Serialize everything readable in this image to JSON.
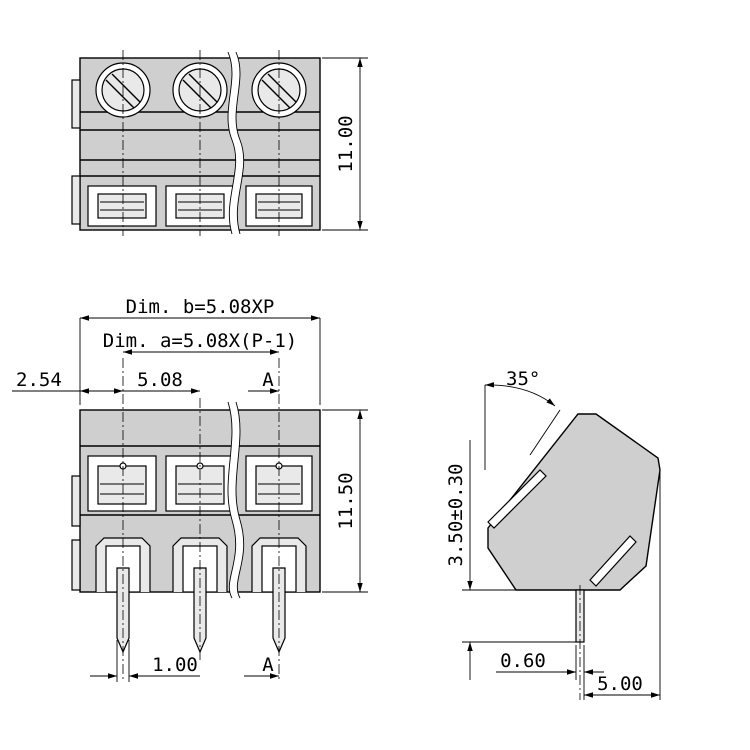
{
  "dimensions": {
    "top_height": "11.00",
    "dim_b": "Dim. b=5.08XP",
    "dim_a": "Dim. a=5.08X(P-1)",
    "offset": "2.54",
    "pitch": "5.08",
    "label_a_top": "A",
    "front_height": "11.50",
    "pin_width": "1.00",
    "label_a_bottom": "A",
    "angle": "35°",
    "side_height": "3.50±0.30",
    "pin_thickness": "0.60",
    "side_offset": "5.00"
  }
}
